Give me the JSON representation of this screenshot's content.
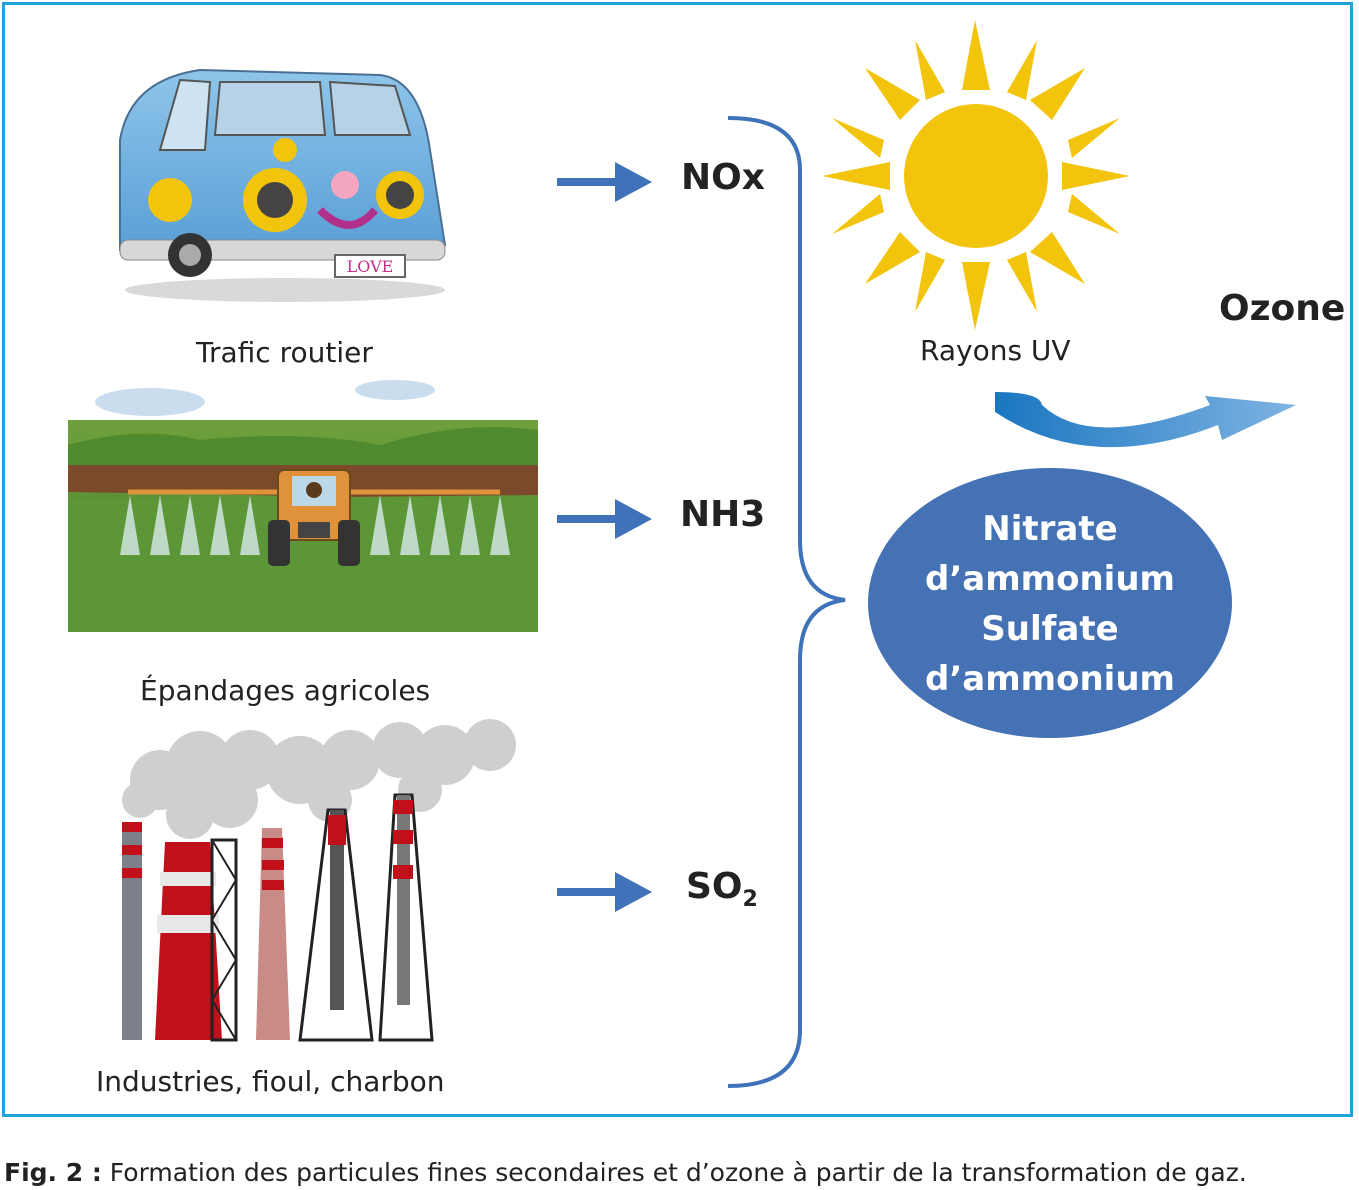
{
  "sources": [
    {
      "label": "Trafic routier",
      "icon": "van-icon"
    },
    {
      "label": "Épandages agricoles",
      "icon": "tractor-field-icon"
    },
    {
      "label": "Industries, fioul, charbon",
      "icon": "factory-chimneys-icon"
    }
  ],
  "gases": {
    "nox": "NOx",
    "nh3": "NH3",
    "so2_main": "SO",
    "so2_sub": "2"
  },
  "uv": {
    "label": "Rayons UV",
    "icon": "sun-icon"
  },
  "ozone": "Ozone",
  "products": {
    "line1": "Nitrate",
    "line2": "d’ammonium",
    "line3": "Sulfate",
    "line4": "d’ammonium"
  },
  "van_plate": "LOVE",
  "caption": {
    "prefix": "Fig. 2 :",
    "text": " Formation des particules fines secondaires et d’ozone à partir de la transformation de gaz."
  },
  "colors": {
    "frame": "#1fa3dc",
    "arrow": "#3f72b8",
    "ellipse": "#4472b4",
    "sun": "#f2c40c"
  }
}
